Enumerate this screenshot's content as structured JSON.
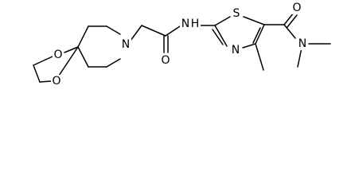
{
  "molecule": {
    "atoms": {
      "n_spiro": "N",
      "o_dioxolane_top": "O",
      "o_dioxolane_bottom": "O",
      "n_amide": "N",
      "h_amide": "H",
      "o_carbonyl_left": "O",
      "s_thiazole": "S",
      "n_thiazole": "N",
      "o_carbonyl_right": "O",
      "n_dimethylamide": "N"
    }
  }
}
